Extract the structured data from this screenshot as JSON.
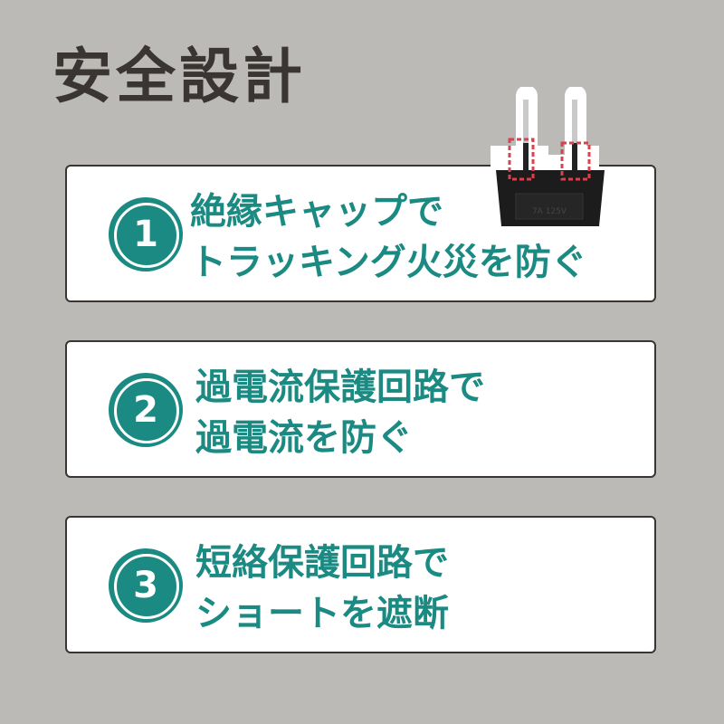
{
  "title": "安全設計",
  "colors": {
    "accent": "#1a8a82",
    "background": "#bcbab7",
    "title": "#3a3532"
  },
  "plug_image": {
    "icon": "plug-icon",
    "label": "7A 125V"
  },
  "features": [
    {
      "number": "1",
      "line1": "絶縁キャップで",
      "line2": "トラッキング火災を防ぐ"
    },
    {
      "number": "2",
      "line1": "過電流保護回路で",
      "line2": "過電流を防ぐ"
    },
    {
      "number": "3",
      "line1": "短絡保護回路で",
      "line2": "ショートを遮断"
    }
  ]
}
